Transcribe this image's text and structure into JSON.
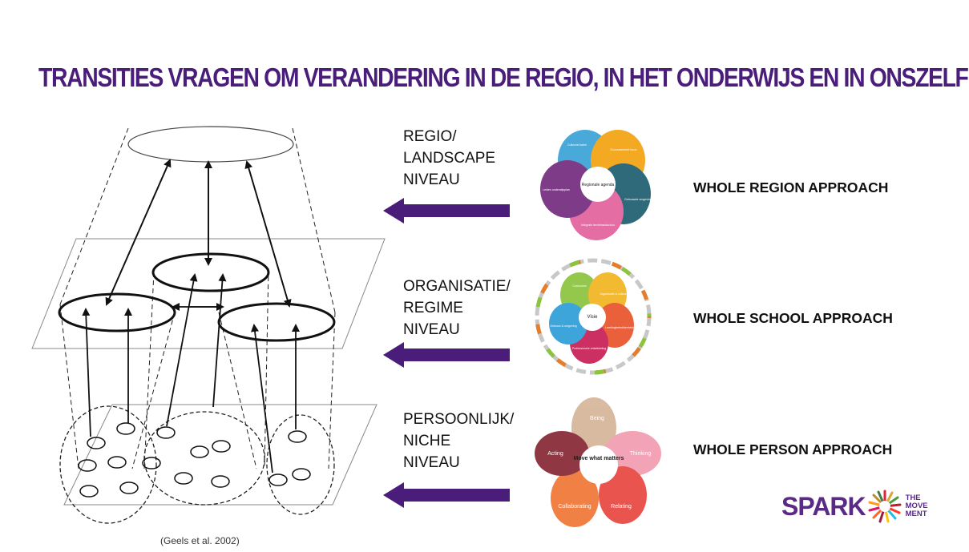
{
  "title": "TRANSITIES VRAGEN OM VERANDERING IN DE REGIO, IN HET ONDERWIJS EN IN ONSZELF",
  "caption": "(Geels et al. 2002)",
  "levels": [
    {
      "label": "REGIO/\nLANDSCAPE\nNIVEAU",
      "approach": "WHOLE REGION APPROACH"
    },
    {
      "label": "ORGANISATIE/\nREGIME\nNIVEAU",
      "approach": "WHOLE SCHOOL APPROACH"
    },
    {
      "label": "PERSOONLIJK/\nNICHE\nNIVEAU",
      "approach": "WHOLE PERSON APPROACH"
    }
  ],
  "region_flower": {
    "center": "Regionale agenda",
    "petals": [
      "Cultureel kabel",
      "Duurzaamheid focus",
      "Gebouwde omgeving",
      "Integrale leerinfrastructuur",
      "Leiden onderwijsplan"
    ]
  },
  "school_flower": {
    "center": "Visie",
    "petals": [
      "Curriculum",
      "Organisatie & cultuur",
      "Leerlingbetrokkenheid",
      "Professionele ontwikkeling",
      "Gebouw & omgeving"
    ]
  },
  "person_flower": {
    "center": "Move what matters",
    "petals": [
      "Being",
      "Thinking",
      "Relating",
      "Collaborating",
      "Acting"
    ]
  },
  "logo": {
    "name": "SPARK",
    "tagline": "THE\nMOVE\nMENT"
  },
  "colors": {
    "title": "#4a1d7a",
    "arrow": "#4a1d7a",
    "logo": "#5b2a86"
  }
}
